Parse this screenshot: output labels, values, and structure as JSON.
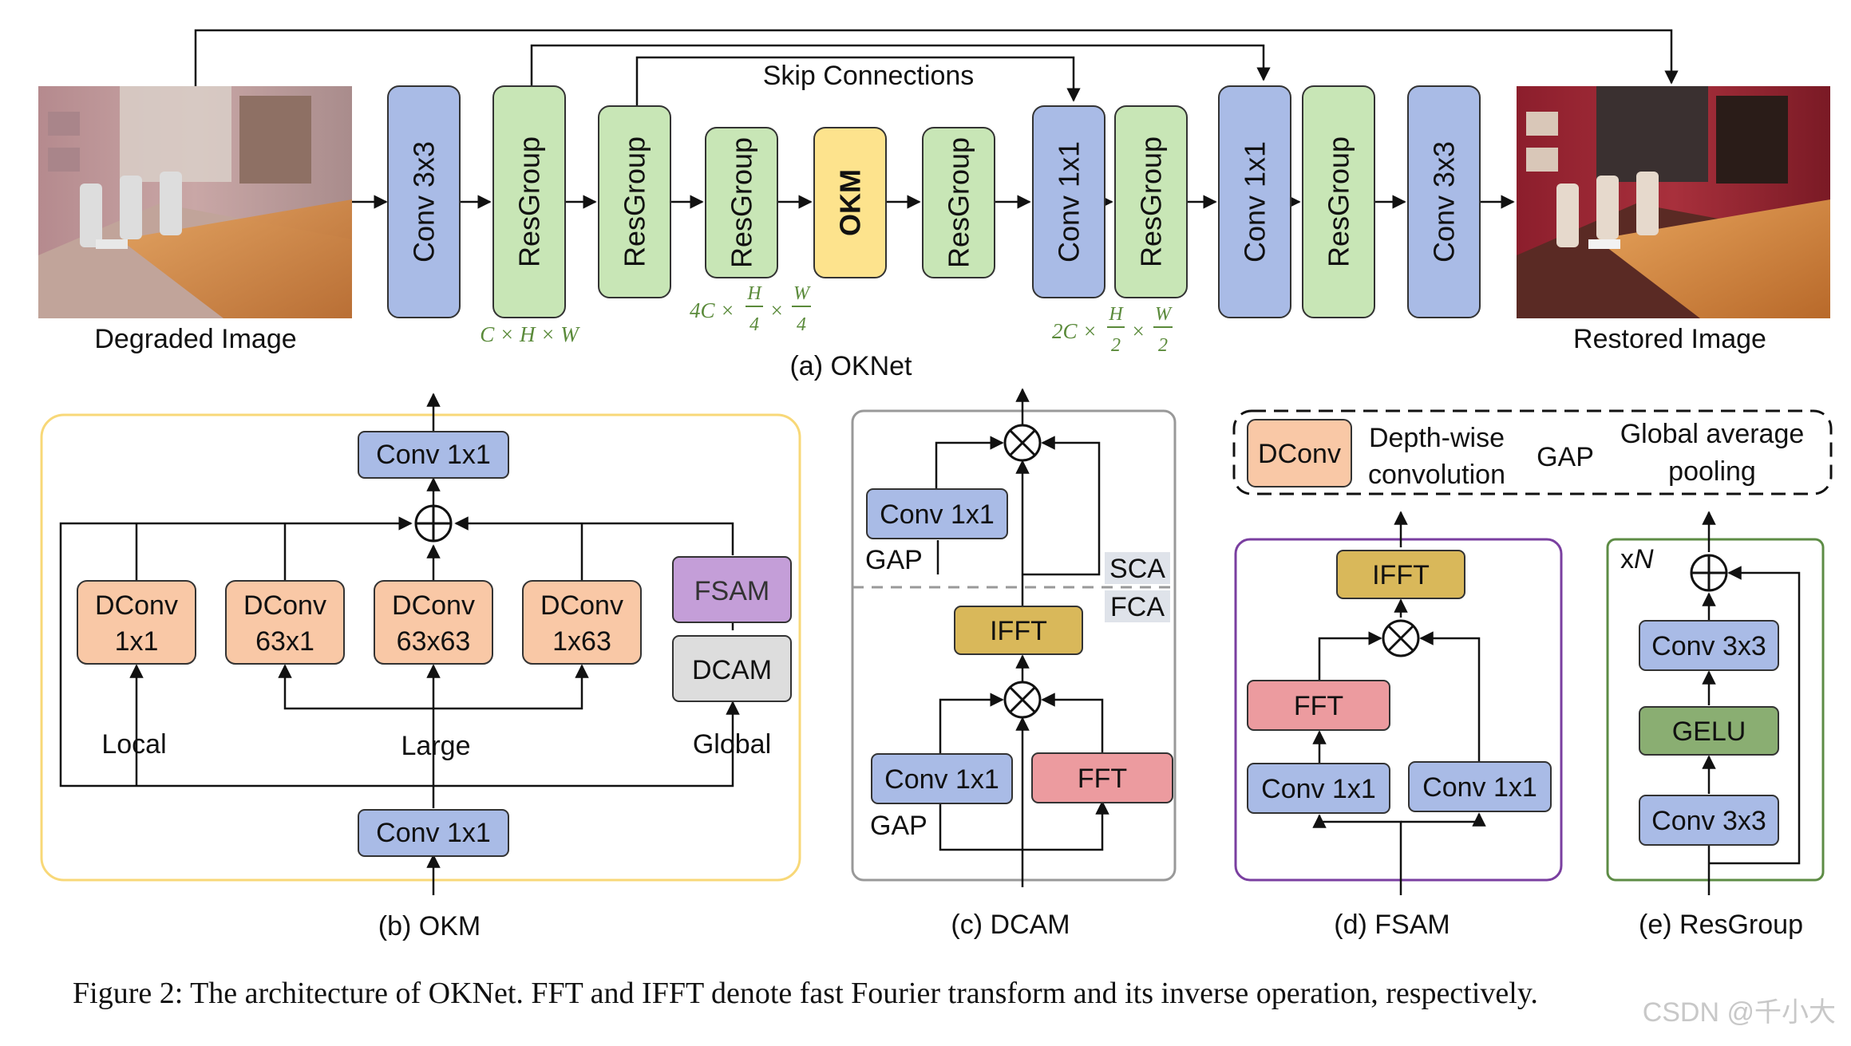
{
  "colors": {
    "conv": "#a9bbe6",
    "resgroup": "#c8e6b6",
    "okm": "#fde38d",
    "dconv": "#f9c8a6",
    "fsam": "#c49ed8",
    "dcam": "#dddddd",
    "ifft": "#d9b85a",
    "fft": "#ec9b9f",
    "gelu": "#8aae72",
    "okm_border": "#f8d878",
    "fsam_border": "#7a3fa0",
    "resgroup_border": "#5d8c45",
    "dim_text": "#5a8a3a"
  },
  "okn": {
    "degraded_label": "Degraded Image",
    "restored_label": "Restored Image",
    "skip_label": "Skip Connections",
    "caption": "(a) OKNet",
    "blocks": [
      {
        "label": "Conv 3x3",
        "kind": "conv"
      },
      {
        "label": "ResGroup",
        "kind": "resgroup"
      },
      {
        "label": "ResGroup",
        "kind": "resgroup"
      },
      {
        "label": "ResGroup",
        "kind": "resgroup"
      },
      {
        "label": "OKM",
        "kind": "okm"
      },
      {
        "label": "ResGroup",
        "kind": "resgroup"
      },
      {
        "label": "Conv 1x1",
        "kind": "conv"
      },
      {
        "label": "ResGroup",
        "kind": "resgroup"
      },
      {
        "label": "Conv 1x1",
        "kind": "conv"
      },
      {
        "label": "ResGroup",
        "kind": "resgroup"
      },
      {
        "label": "Conv 3x3",
        "kind": "conv"
      }
    ],
    "dims": {
      "d1": "C × H × W",
      "d2_prefix": "4C ×",
      "d2_num1": "H",
      "d2_den1": "4",
      "d2_times": "×",
      "d2_num2": "W",
      "d2_den2": "4",
      "d3_prefix": "2C ×",
      "d3_num1": "H",
      "d3_den1": "2",
      "d3_times": "×",
      "d3_num2": "W",
      "d3_den2": "2"
    }
  },
  "okm": {
    "caption": "(b) OKM",
    "conv_top": "Conv 1x1",
    "conv_bottom": "Conv 1x1",
    "dconv": [
      {
        "l1": "DConv",
        "l2": "1x1"
      },
      {
        "l1": "DConv",
        "l2": "63x1"
      },
      {
        "l1": "DConv",
        "l2": "63x63"
      },
      {
        "l1": "DConv",
        "l2": "1x63"
      }
    ],
    "fsam": "FSAM",
    "dcam": "DCAM",
    "local": "Local",
    "large": "Large",
    "global": "Global"
  },
  "dcam": {
    "caption": "(c) DCAM",
    "conv1": "Conv 1x1",
    "gap1": "GAP",
    "sca": "SCA",
    "fca": "FCA",
    "ifft": "IFFT",
    "conv2": "Conv 1x1",
    "gap2": "GAP",
    "fft": "FFT"
  },
  "legend": {
    "dconv": "DConv",
    "dconv_desc1": "Depth-wise",
    "dconv_desc2": "convolution",
    "gap": "GAP",
    "gap_desc1": "Global average",
    "gap_desc2": "pooling"
  },
  "fsam": {
    "caption": "(d) FSAM",
    "ifft": "IFFT",
    "fft": "FFT",
    "conv_left": "Conv 1x1",
    "conv_right": "Conv 1x1"
  },
  "resgroup": {
    "caption": "(e) ResGroup",
    "repeat_x": "x",
    "repeat_n": "N",
    "conv_top": "Conv 3x3",
    "gelu": "GELU",
    "conv_bottom": "Conv 3x3"
  },
  "figure_caption": "Figure 2: The architecture of OKNet. FFT and IFFT denote fast Fourier transform and its inverse operation, respectively.",
  "watermark": "CSDN @千小大"
}
